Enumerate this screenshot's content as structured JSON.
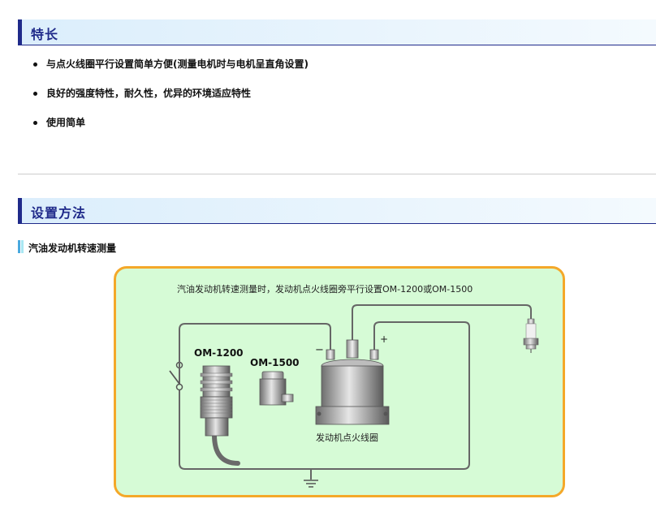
{
  "features_section": {
    "title": "特长",
    "items": [
      "与点火线圈平行设置简单方便(测量电机时与电机呈直角设置)",
      "良好的强度特性，耐久性，优异的环境适应特性",
      "使用简单"
    ]
  },
  "install_section": {
    "title": "设置方法",
    "subheading": "汽油发动机转速测量"
  },
  "diagram": {
    "caption": "汽油发动机转速测量时，发动机点火线圈旁平行设置OM-1200或OM-1500",
    "sensor1_label": "OM-1200",
    "sensor2_label": "OM-1500",
    "coil_label": "发动机点火线圈",
    "minus_label": "−",
    "plus_label": "+",
    "colors": {
      "panel_bg": "#d6fbd6",
      "panel_border": "#f4a829",
      "header_accent": "#1f2a8a"
    }
  }
}
